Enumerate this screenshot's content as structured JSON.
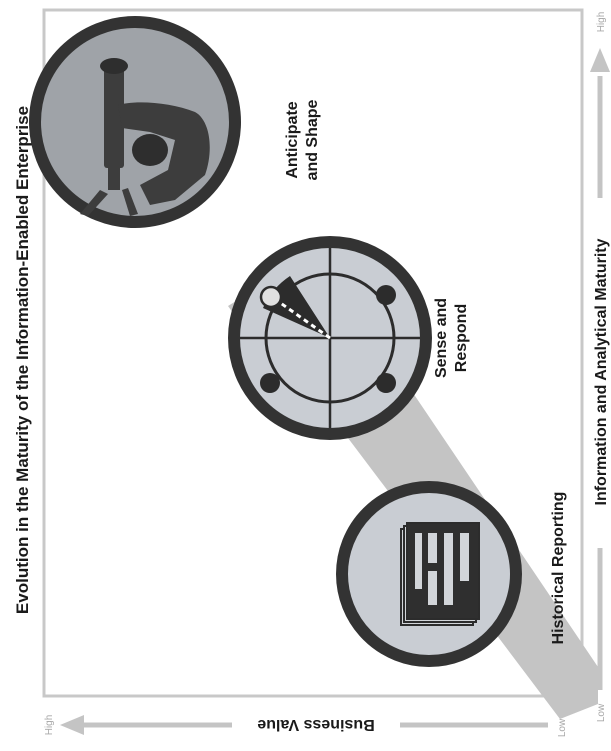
{
  "title": "Evolution in the Maturity of the Information-Enabled Enterprise",
  "x_axis": {
    "label": "Information and Analytical Maturity",
    "low": "Low",
    "high": "High"
  },
  "y_axis": {
    "label": "Business Value",
    "low": "Low",
    "high": "High"
  },
  "stages": [
    {
      "label": "Historical Reporting",
      "icon": "report-document-icon"
    },
    {
      "label_line1": "Sense and",
      "label_line2": "Respond",
      "icon": "radar-icon"
    },
    {
      "label_line1": "Anticipate",
      "label_line2": "and Shape",
      "icon": "telescope-icon"
    }
  ],
  "colors": {
    "frame": "#c8c8c8",
    "arrow": "#c4c4c4",
    "circle_fill": "#c9cdd3",
    "circle_ring": "#333333",
    "dark": "#2c2c2c"
  }
}
